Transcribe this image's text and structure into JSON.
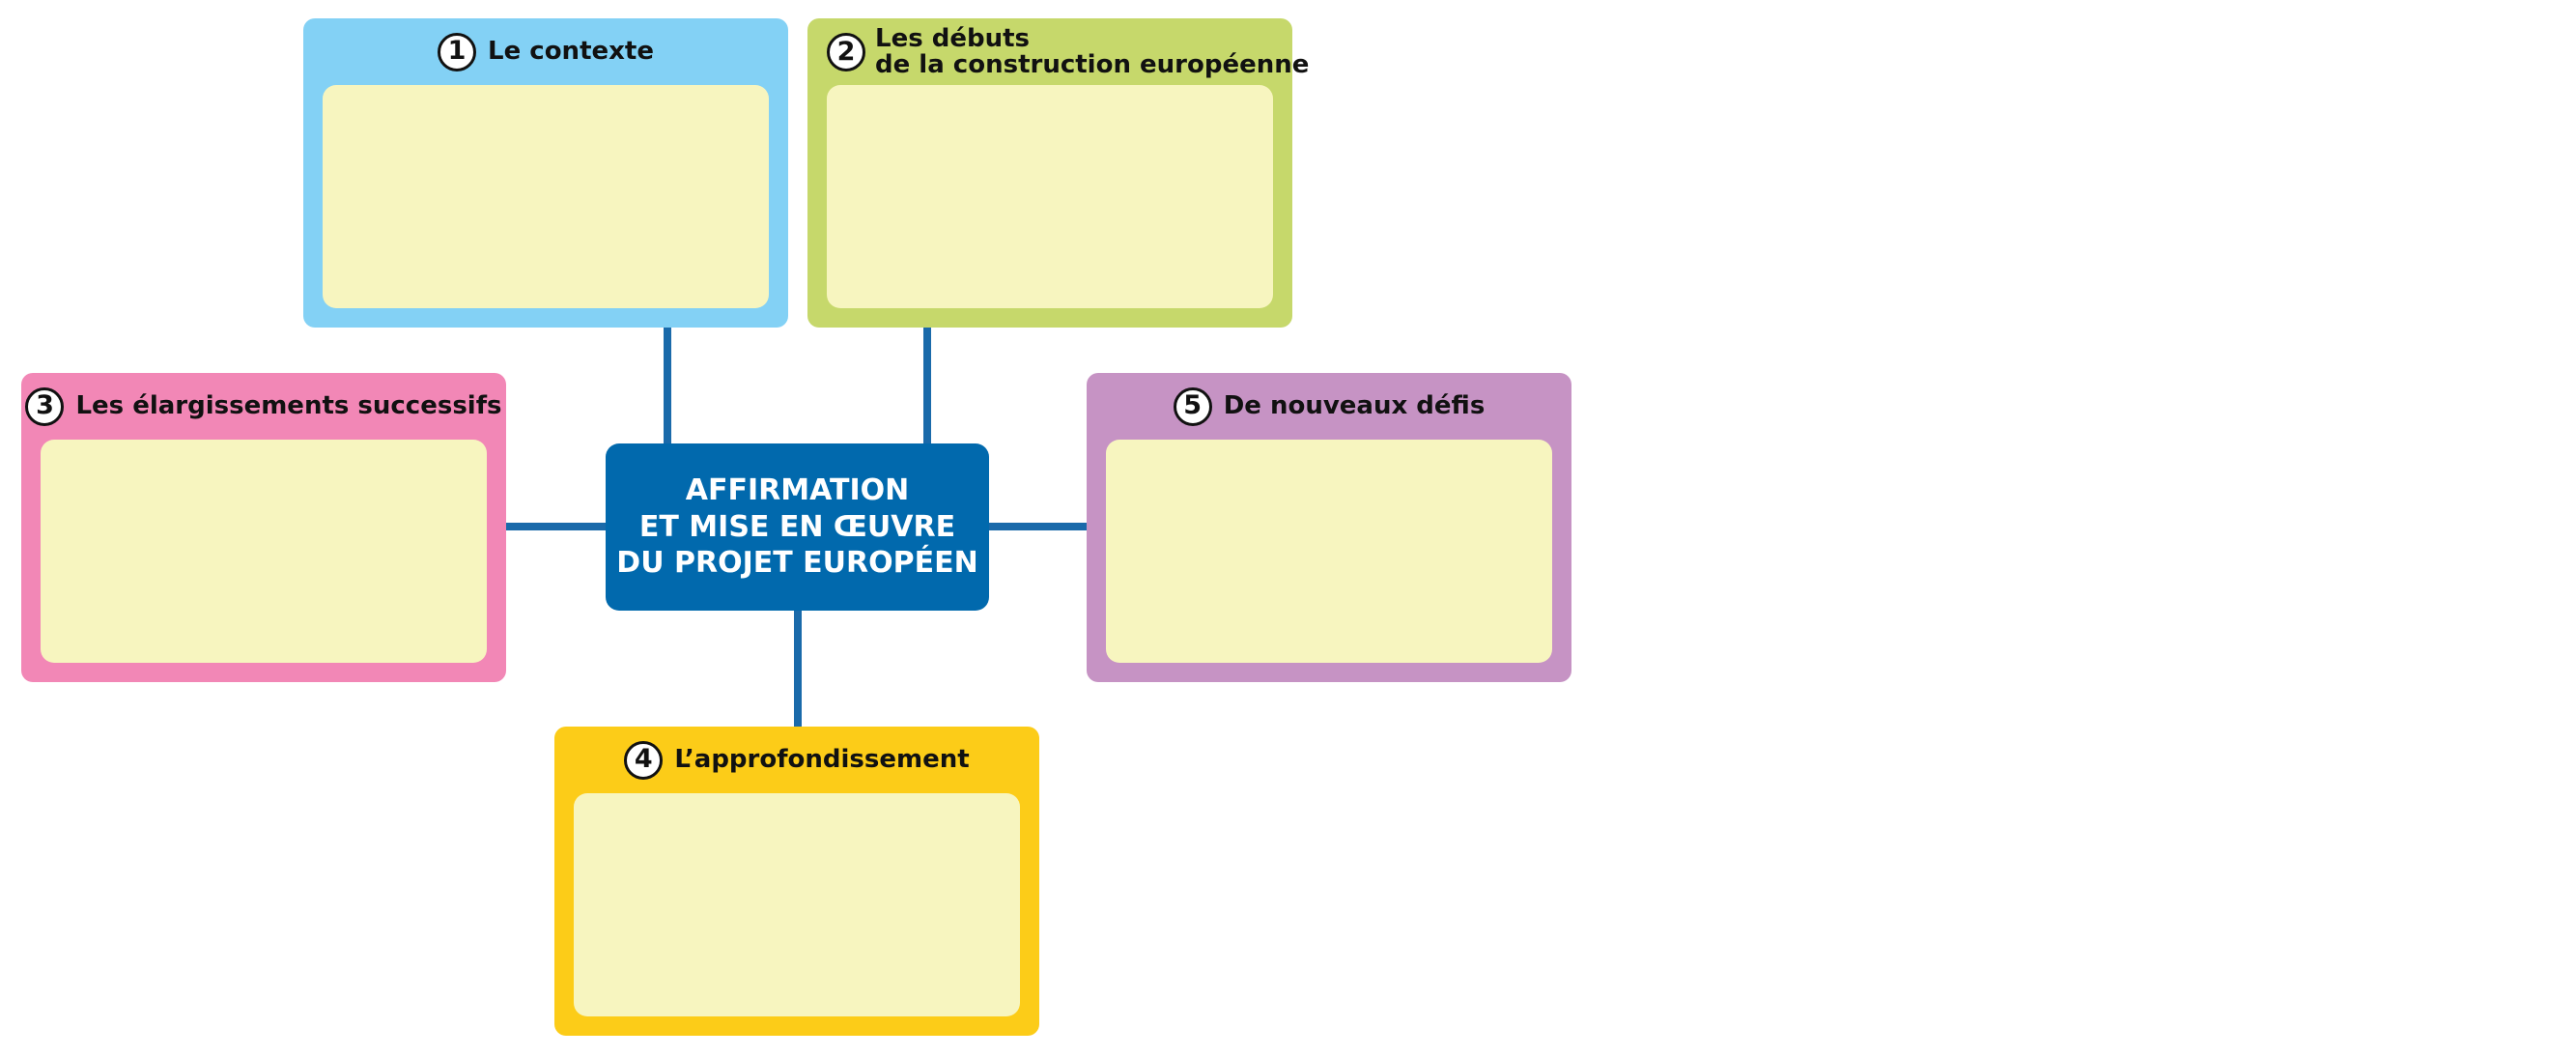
{
  "colors": {
    "connector": "#1a6aaa",
    "center": "#0169ad",
    "field": "#f7f5bf",
    "card_1": "#83d1f5",
    "card_2": "#c6d86b",
    "card_3": "#f287b6",
    "card_4": "#fccc18",
    "card_5": "#c693c4"
  },
  "center": {
    "lines": [
      "AFFIRMATION",
      "ET MISE EN ŒUVRE",
      "DU PROJET EUROPÉEN"
    ]
  },
  "cards": [
    {
      "number": "1",
      "title_lines": [
        "Le contexte"
      ],
      "color": "#83d1f5"
    },
    {
      "number": "2",
      "title_lines": [
        "Les débuts",
        "de la construction européenne"
      ],
      "color": "#c6d86b"
    },
    {
      "number": "3",
      "title_lines": [
        "Les élargissements successifs"
      ],
      "color": "#f287b6"
    },
    {
      "number": "4",
      "title_lines": [
        "L’approfondissement"
      ],
      "color": "#fccc18"
    },
    {
      "number": "5",
      "title_lines": [
        "De nouveaux défis"
      ],
      "color": "#c693c4"
    }
  ]
}
